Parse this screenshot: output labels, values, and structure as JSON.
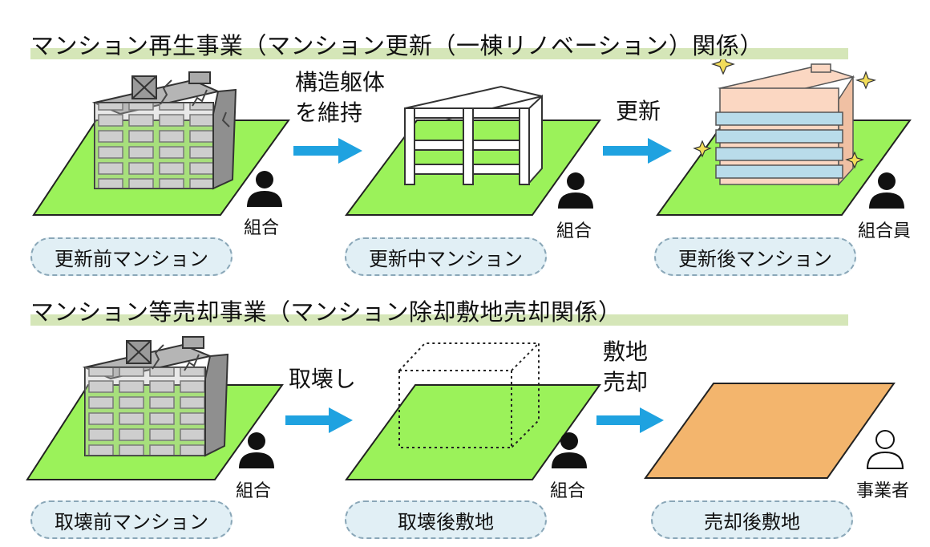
{
  "section1": {
    "title": "マンション再生事業（マンション更新（一棟リノベーション）関係）",
    "stages": [
      {
        "label": "更新前マンション",
        "person": "組合"
      },
      {
        "label": "更新中マンション",
        "person": "組合"
      },
      {
        "label": "更新後マンション",
        "person": "組合員"
      }
    ],
    "arrows": [
      {
        "label_line1": "構造躯体",
        "label_line2": "を維持"
      },
      {
        "label_line1": "更新",
        "label_line2": ""
      }
    ]
  },
  "section2": {
    "title": "マンション等売却事業（マンション除却敷地売却関係）",
    "stages": [
      {
        "label": "取壊前マンション",
        "person": "組合"
      },
      {
        "label": "取壊後敷地",
        "person": "組合"
      },
      {
        "label": "売却後敷地",
        "person": "事業者"
      }
    ],
    "arrows": [
      {
        "label_line1": "取壊し",
        "label_line2": ""
      },
      {
        "label_line1": "敷地",
        "label_line2": "売却"
      }
    ]
  },
  "colors": {
    "ground_green": "#9bf25a",
    "ground_orange": "#f3b56d",
    "arrow_blue": "#1fa2e0",
    "pill_fill": "#e1eff5",
    "band_green": "#d5e6b8"
  },
  "icons": [
    "old-building-icon",
    "skeleton-frame-icon",
    "renovated-building-icon",
    "dotted-outline-box-icon",
    "person-icon",
    "arrow-right-icon",
    "sparkle-icon"
  ]
}
